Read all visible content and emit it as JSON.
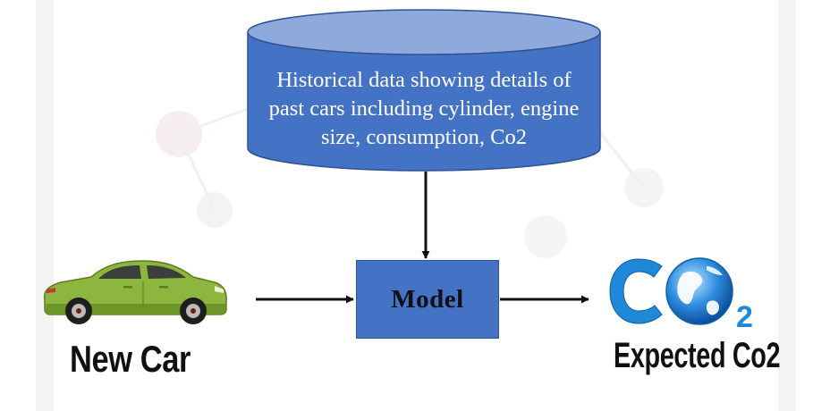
{
  "database": {
    "text": "Historical data showing details of past cars including cylinder, engine size, consumption, Co2"
  },
  "model": {
    "label": "Model"
  },
  "input": {
    "label": "New Car"
  },
  "output": {
    "label": "Expected Co2",
    "logo_text": "CO₂"
  },
  "colors": {
    "box_fill": "#4472c4",
    "box_border": "#2f528f",
    "car_body": "#8db63f",
    "co2_blue": "#1f88d8",
    "arrow": "#111111"
  }
}
